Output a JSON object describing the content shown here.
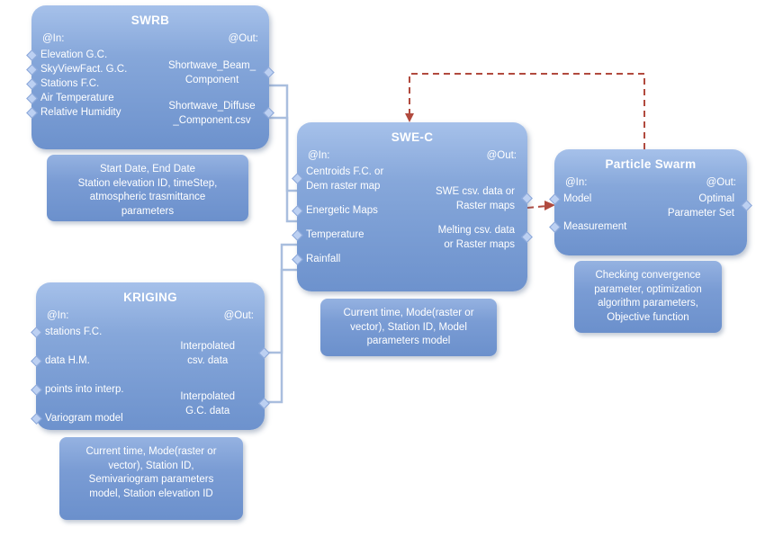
{
  "nodes": {
    "swrb": {
      "title": "SWRB",
      "in_label": "@In:",
      "out_label": "@Out:",
      "inputs": [
        "Elevation G.C.",
        "SkyViewFact. G.C.",
        "Stations F.C.",
        "Air Temperature",
        "Relative Humidity"
      ],
      "outputs": [
        "Shortwave_Beam_\nComponent",
        "Shortwave_Diffuse\n_Component.csv"
      ],
      "note": "Start Date, End Date\nStation elevation ID, timeStep,\natmospheric trasmittance\nparameters"
    },
    "kriging": {
      "title": "KRIGING",
      "in_label": "@In:",
      "out_label": "@Out:",
      "inputs": [
        "stations F.C.",
        "data H.M.",
        "points into interp.",
        "Variogram model"
      ],
      "outputs": [
        "Interpolated\ncsv. data",
        "Interpolated\nG.C. data"
      ],
      "note": "Current time, Mode(raster or\nvector), Station ID,\nSemivariogram parameters\nmodel, Station elevation ID"
    },
    "swec": {
      "title": "SWE-C",
      "in_label": "@In:",
      "out_label": "@Out:",
      "inputs": [
        "Centroids F.C. or\nDem raster map",
        "Energetic Maps",
        "Temperature",
        "Rainfall"
      ],
      "outputs": [
        "SWE  csv. data or\nRaster maps",
        "Melting csv. data\nor Raster maps"
      ],
      "note": "Current time, Mode(raster or\nvector), Station ID, Model\nparameters model"
    },
    "particle": {
      "title": "Particle Swarm",
      "in_label": "@In:",
      "out_label": "@Out:",
      "inputs": [
        "Model",
        "Measurement"
      ],
      "outputs": [
        "Optimal\nParameter Set"
      ],
      "note": "Checking convergence\nparameter, optimization\nalgorithm parameters,\nObjective function"
    }
  },
  "colors": {
    "node_gradient_top": "#a6c1ea",
    "node_gradient_bottom": "#6d92cd",
    "connector_blue": "#a9bede",
    "connector_red": "#b14a3e",
    "text": "#ffffff"
  }
}
